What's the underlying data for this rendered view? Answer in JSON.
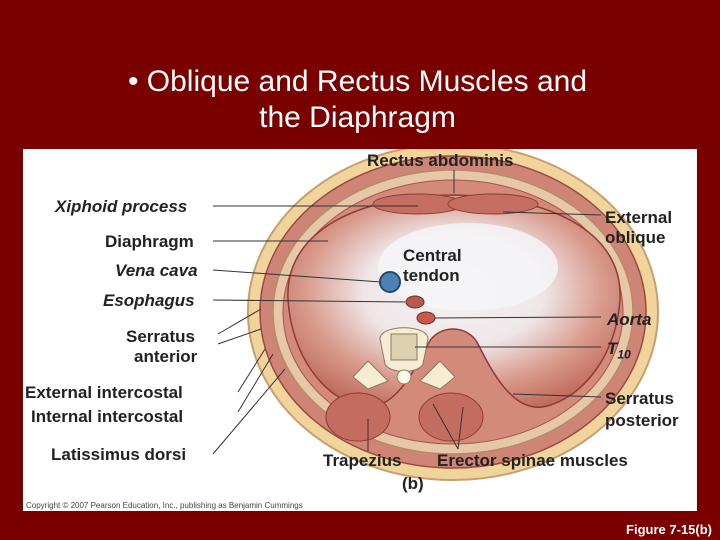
{
  "slide": {
    "title_line1": "• Oblique and Rectus Muscles and",
    "title_line2": "the Diaphragm",
    "figure_number": "Figure 7-15(b)"
  },
  "figure": {
    "copyright": "Copyright © 2007 Pearson Education, Inc., publishing as Benjamin Cummings",
    "panel_label": "(b)",
    "labels": {
      "rectus_abdominis": "Rectus abdominis",
      "xiphoid_process": "Xiphoid process",
      "diaphragm": "Diaphragm",
      "vena_cava": "Vena cava",
      "esophagus": "Esophagus",
      "serratus_anterior_1": "Serratus",
      "serratus_anterior_2": "anterior",
      "external_intercostal": "External intercostal",
      "internal_intercostal": "Internal intercostal",
      "latissimus_dorsi": "Latissimus dorsi",
      "central_tendon_1": "Central",
      "central_tendon_2": "tendon",
      "external_oblique_1": "External",
      "external_oblique_2": "oblique",
      "aorta": "Aorta",
      "t10": "T",
      "t10_sub": "10",
      "serratus_posterior_1": "Serratus",
      "serratus_posterior_2": "posterior",
      "trapezius": "Trapezius",
      "erector_spinae": "Erector spinae muscles"
    }
  },
  "colors": {
    "background": "#7a0000",
    "muscle": "#c9786a",
    "tendon": "#eef0f4",
    "fat": "#f1d49c"
  }
}
